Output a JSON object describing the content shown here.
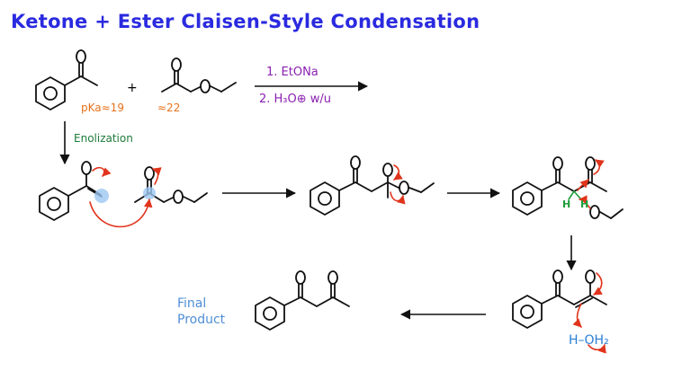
{
  "title": "Ketone + Ester Claisen-Style Condensation",
  "reagents": {
    "step1": "1. EtONa",
    "step2": "2. H₃O⊕ w/u"
  },
  "pka": {
    "ketone": "pKa≈19",
    "ester": "≈22"
  },
  "plus": "+",
  "enolization_label": "Enolization",
  "final_product_label": [
    "Final",
    "Product"
  ],
  "proton_labels": {
    "h_left": "H",
    "h_right": "H"
  },
  "acid_label": "H–OH₂",
  "colors": {
    "title": "#2a2ae0",
    "reagents": "#8a1fb0",
    "pka": "#e8731e",
    "enolization": "#1e7a3a",
    "final_product": "#4f8fd6",
    "curved_arrows": "#e0341c"
  }
}
